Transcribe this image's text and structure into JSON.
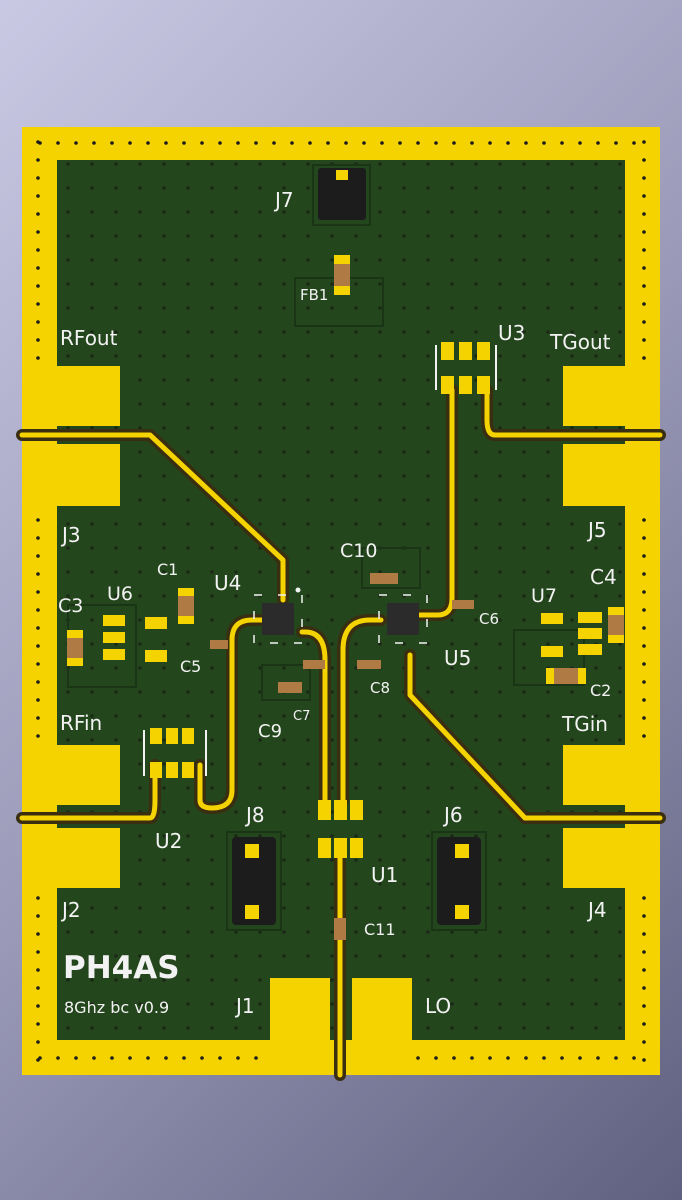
{
  "board": {
    "title": "PH4AS",
    "version": "8Ghz bc v0.9"
  },
  "colors": {
    "background_start": "#c9c9e4",
    "background_end": "#606080",
    "copper_gold": "#f5d300",
    "soldermask_green": "#24461d",
    "trace_outline": "#3a2e10",
    "silkscreen": "#f2f2f2",
    "component_body": "#1c1c1c",
    "smd_cap_tan": "#b07a44"
  },
  "labels": {
    "j7": "J7",
    "fb1": "FB1",
    "rfout": "RFout",
    "u3": "U3",
    "tgout": "TGout",
    "j3": "J3",
    "j5": "J5",
    "c10": "C10",
    "c1": "C1",
    "u4": "U4",
    "c4": "C4",
    "c3": "C3",
    "u6": "U6",
    "u7": "U7",
    "c6": "C6",
    "c5": "C5",
    "u5": "U5",
    "c8": "C8",
    "c7": "C7",
    "c2": "C2",
    "c9": "C9",
    "rfin": "RFin",
    "tgin": "TGin",
    "j8": "J8",
    "j6": "J6",
    "u2": "U2",
    "u1": "U1",
    "j2": "J2",
    "j4": "J4",
    "c11": "C11",
    "j1": "J1",
    "lo": "LO"
  }
}
